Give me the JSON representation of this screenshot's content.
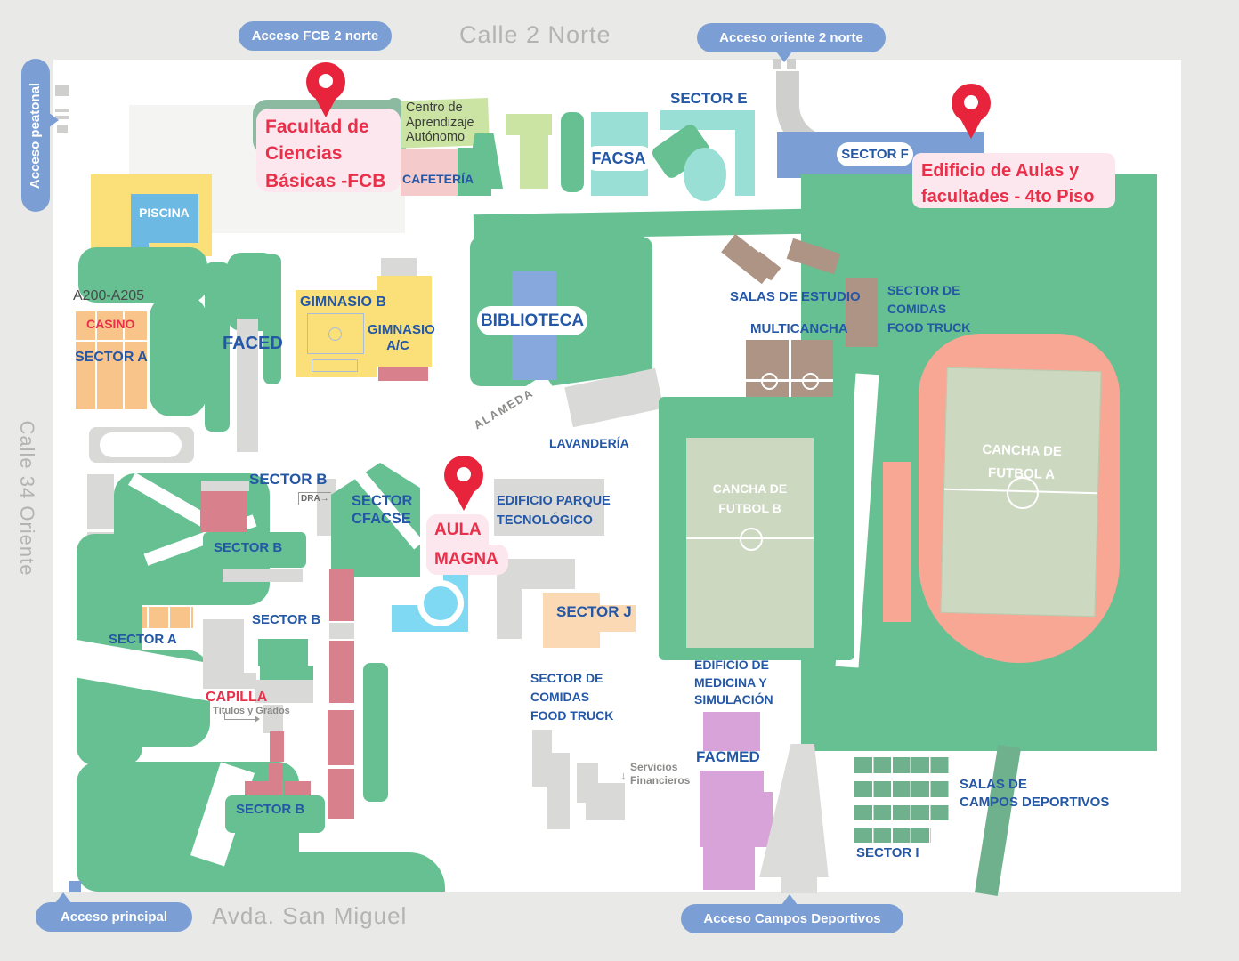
{
  "palette": {
    "street_gray": "#e9e9e7",
    "park_green": "#66c092",
    "teal": "#9adfd6",
    "sage": "#8cbaa1",
    "yellow": "#fbdf78",
    "orange": "#f8c489",
    "rose": "#d9808d",
    "purple": "#d8a3d8",
    "taupe": "#ad9484",
    "track_salmon": "#f8a794",
    "pitch_green": "#ccd8c0",
    "pool_blue": "#6cb9e3",
    "library_blue": "#87a8dc",
    "cyan": "#7fd9f2",
    "building_gray": "#d9d9d7",
    "access_pill_blue": "#7b9fd4",
    "label_blue": "#2457a5",
    "accent_red": "#e8243c",
    "highlight_pink": "#fde7ee"
  },
  "streets": {
    "north": "Calle 2 Norte",
    "south": "Avda. San Miguel",
    "west": "Calle 34 Oriente"
  },
  "accesses": {
    "peatonal": {
      "label": "Acceso peatonal"
    },
    "fcb": {
      "label": "Acceso FCB 2 norte"
    },
    "oriente": {
      "label": "Acceso oriente 2 norte"
    },
    "principal": {
      "label": "Acceso principal"
    },
    "campos": {
      "label": "Acceso Campos Deportivos"
    }
  },
  "highlights": {
    "fcb": {
      "lines": [
        "Facultad de",
        "Ciencias",
        "Básicas -FCB"
      ]
    },
    "aulas": {
      "lines": [
        "Edificio de Aulas y",
        "facultades - 4to Piso"
      ]
    },
    "aula_magna": {
      "lines": [
        "AULA",
        "MAGNA"
      ]
    }
  },
  "labels": {
    "piscina": "PISCINA",
    "casino": "CASINO",
    "sector_a_north": "SECTOR A",
    "rooms_a200": "A200-A205",
    "faced": "FACED",
    "gimnasio_b": "GIMNASIO B",
    "gimnasio_ac": {
      "lines": [
        "GIMNASIO",
        "A/C"
      ]
    },
    "biblioteca": "BIBLIOTECA",
    "cafeteria": "CAFETERÍA",
    "centro_aprendizaje": {
      "lines": [
        "Centro de",
        "Aprendizaje",
        "Autónomo"
      ]
    },
    "facsa": "FACSA",
    "sector_e": "SECTOR E",
    "sector_f": "SECTOR F",
    "salas_estudio": "SALAS DE ESTUDIO",
    "food_truck_north": {
      "lines": [
        "SECTOR DE",
        "COMIDAS",
        "FOOD TRUCK"
      ]
    },
    "multicancha": "MULTICANCHA",
    "cancha_a": {
      "lines": [
        "CANCHA DE",
        "FUTBOL A"
      ]
    },
    "cancha_b": {
      "lines": [
        "CANCHA DE",
        "FUTBOL B"
      ]
    },
    "lavanderia": "LAVANDERÍA",
    "alameda": "ALAMEDA",
    "sector_b_1": "SECTOR B",
    "dra": "DRA",
    "sector_cfacse": {
      "lines": [
        "SECTOR",
        "CFACSE"
      ]
    },
    "parque_tecnologico": {
      "lines": [
        "EDIFICIO PARQUE",
        "TECNOLÓGICO"
      ]
    },
    "sector_b_2": "SECTOR B",
    "sector_b_3": "SECTOR B",
    "sector_b_4": "SECTOR B",
    "sector_a_south": "SECTOR A",
    "capilla": "CAPILLA",
    "titulos": "Títulos y Grados",
    "sector_j": "SECTOR J",
    "food_truck_south": {
      "lines": [
        "SECTOR DE",
        "COMIDAS",
        "FOOD TRUCK"
      ]
    },
    "medicina": {
      "lines": [
        "EDIFICIO DE",
        "MEDICINA Y",
        "SIMULACIÓN"
      ]
    },
    "facmed": "FACMED",
    "servicios_financieros": {
      "lines": [
        "Servicios",
        "Financieros"
      ]
    },
    "salas_campos": {
      "lines": [
        "SALAS DE",
        "CAMPOS DEPORTIVOS"
      ]
    },
    "sector_i": "SECTOR I"
  },
  "icons": {
    "down_arrow": "↓",
    "right_arrow": "→"
  }
}
